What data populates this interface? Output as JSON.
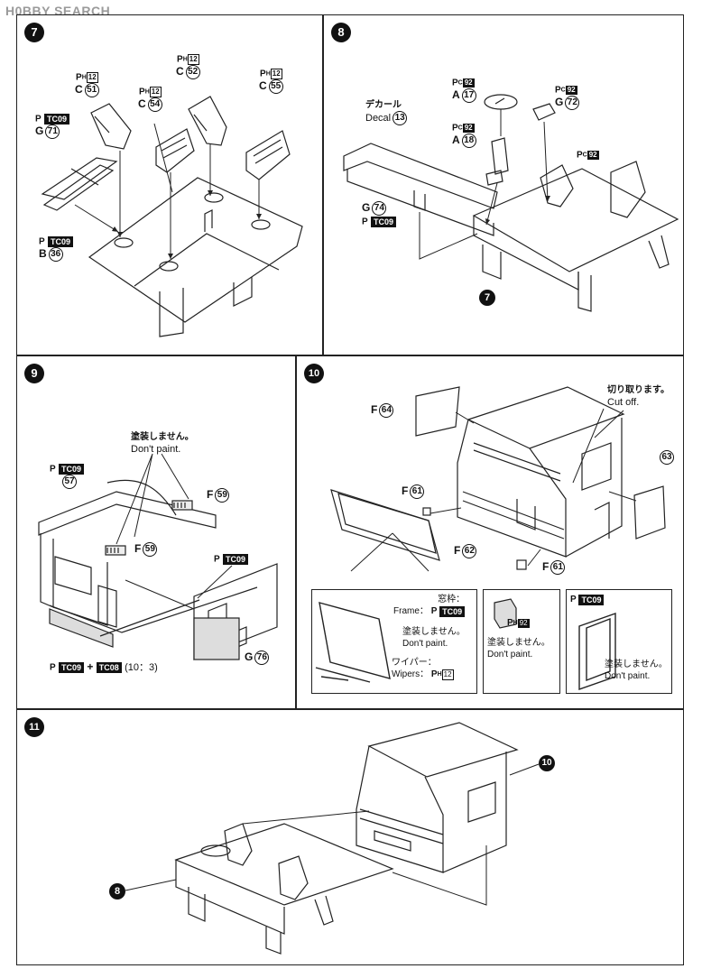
{
  "watermark": "H0BBY SEARCH",
  "steps": {
    "s7": {
      "number": "7",
      "callouts": {
        "c51": {
          "pm": "P",
          "sub": "H",
          "code": "12",
          "letter": "C",
          "part": "51"
        },
        "c54": {
          "pm": "P",
          "sub": "H",
          "code": "12",
          "letter": "C",
          "part": "54"
        },
        "c52": {
          "pm": "P",
          "sub": "H",
          "code": "12",
          "letter": "C",
          "part": "52"
        },
        "c55": {
          "pm": "P",
          "sub": "H",
          "code": "12",
          "letter": "C",
          "part": "55"
        },
        "g71": {
          "pm": "P",
          "tc": "TC09",
          "letter": "G",
          "part": "71"
        },
        "b36": {
          "pm": "P",
          "tc": "TC09",
          "letter": "B",
          "part": "36"
        }
      }
    },
    "s8": {
      "number": "8",
      "decal_ja": "デカール",
      "decal_en": "Decal",
      "decal_num": "13",
      "a17": {
        "pm": "P",
        "sub": "C",
        "code": "92",
        "letter": "A",
        "part": "17"
      },
      "a18": {
        "pm": "P",
        "sub": "C",
        "code": "92",
        "letter": "A",
        "part": "18"
      },
      "g72": {
        "pm": "P",
        "sub": "C",
        "code": "92",
        "letter": "G",
        "part": "72"
      },
      "pc92": {
        "pm": "P",
        "sub": "C",
        "code": "92"
      },
      "g74": {
        "pm": "P",
        "tc": "TC09",
        "letter": "G",
        "part": "74"
      },
      "ref": "7"
    },
    "s9": {
      "number": "9",
      "nopaint_ja": "塗装しません。",
      "nopaint_en": "Don't paint.",
      "p57": {
        "pm": "P",
        "tc": "TC09",
        "part": "57"
      },
      "f59a": {
        "letter": "F",
        "part": "59"
      },
      "f59b": {
        "letter": "F",
        "part": "59"
      },
      "tc09_side": {
        "pm": "P",
        "tc": "TC09"
      },
      "mix": {
        "pm": "P",
        "tc1": "TC09",
        "plus": "+",
        "tc2": "TC08",
        "ratio": "(10：3)"
      },
      "g76": {
        "letter": "G",
        "part": "76"
      }
    },
    "s10": {
      "number": "10",
      "cutoff_ja": "切り取ります。",
      "cutoff_en": "Cut off.",
      "f64": {
        "letter": "F",
        "part": "64"
      },
      "f61a": {
        "letter": "F",
        "part": "61"
      },
      "f61b": {
        "letter": "F",
        "part": "61"
      },
      "f62": {
        "letter": "F",
        "part": "62"
      },
      "p63": {
        "part": "63"
      },
      "inset1": {
        "frame_ja": "窓枠：",
        "frame_en": "Frame：",
        "frame_pm": "P",
        "frame_tc": "TC09",
        "nopaint_ja": "塗装しません。",
        "nopaint_en": "Don't paint.",
        "wiper_ja": "ワイパー：",
        "wiper_en": "Wipers：",
        "wiper_pm": "P",
        "wiper_sub": "H",
        "wiper_code": "12"
      },
      "inset2": {
        "pm": "P",
        "sub": "H",
        "code": "92",
        "nopaint_ja": "塗装しません。",
        "nopaint_en": "Don't paint."
      },
      "inset3": {
        "pm": "P",
        "tc": "TC09",
        "nopaint_ja": "塗装しません。",
        "nopaint_en": "Don't paint."
      }
    },
    "s11": {
      "number": "11",
      "ref10": "10",
      "ref8": "8"
    }
  }
}
